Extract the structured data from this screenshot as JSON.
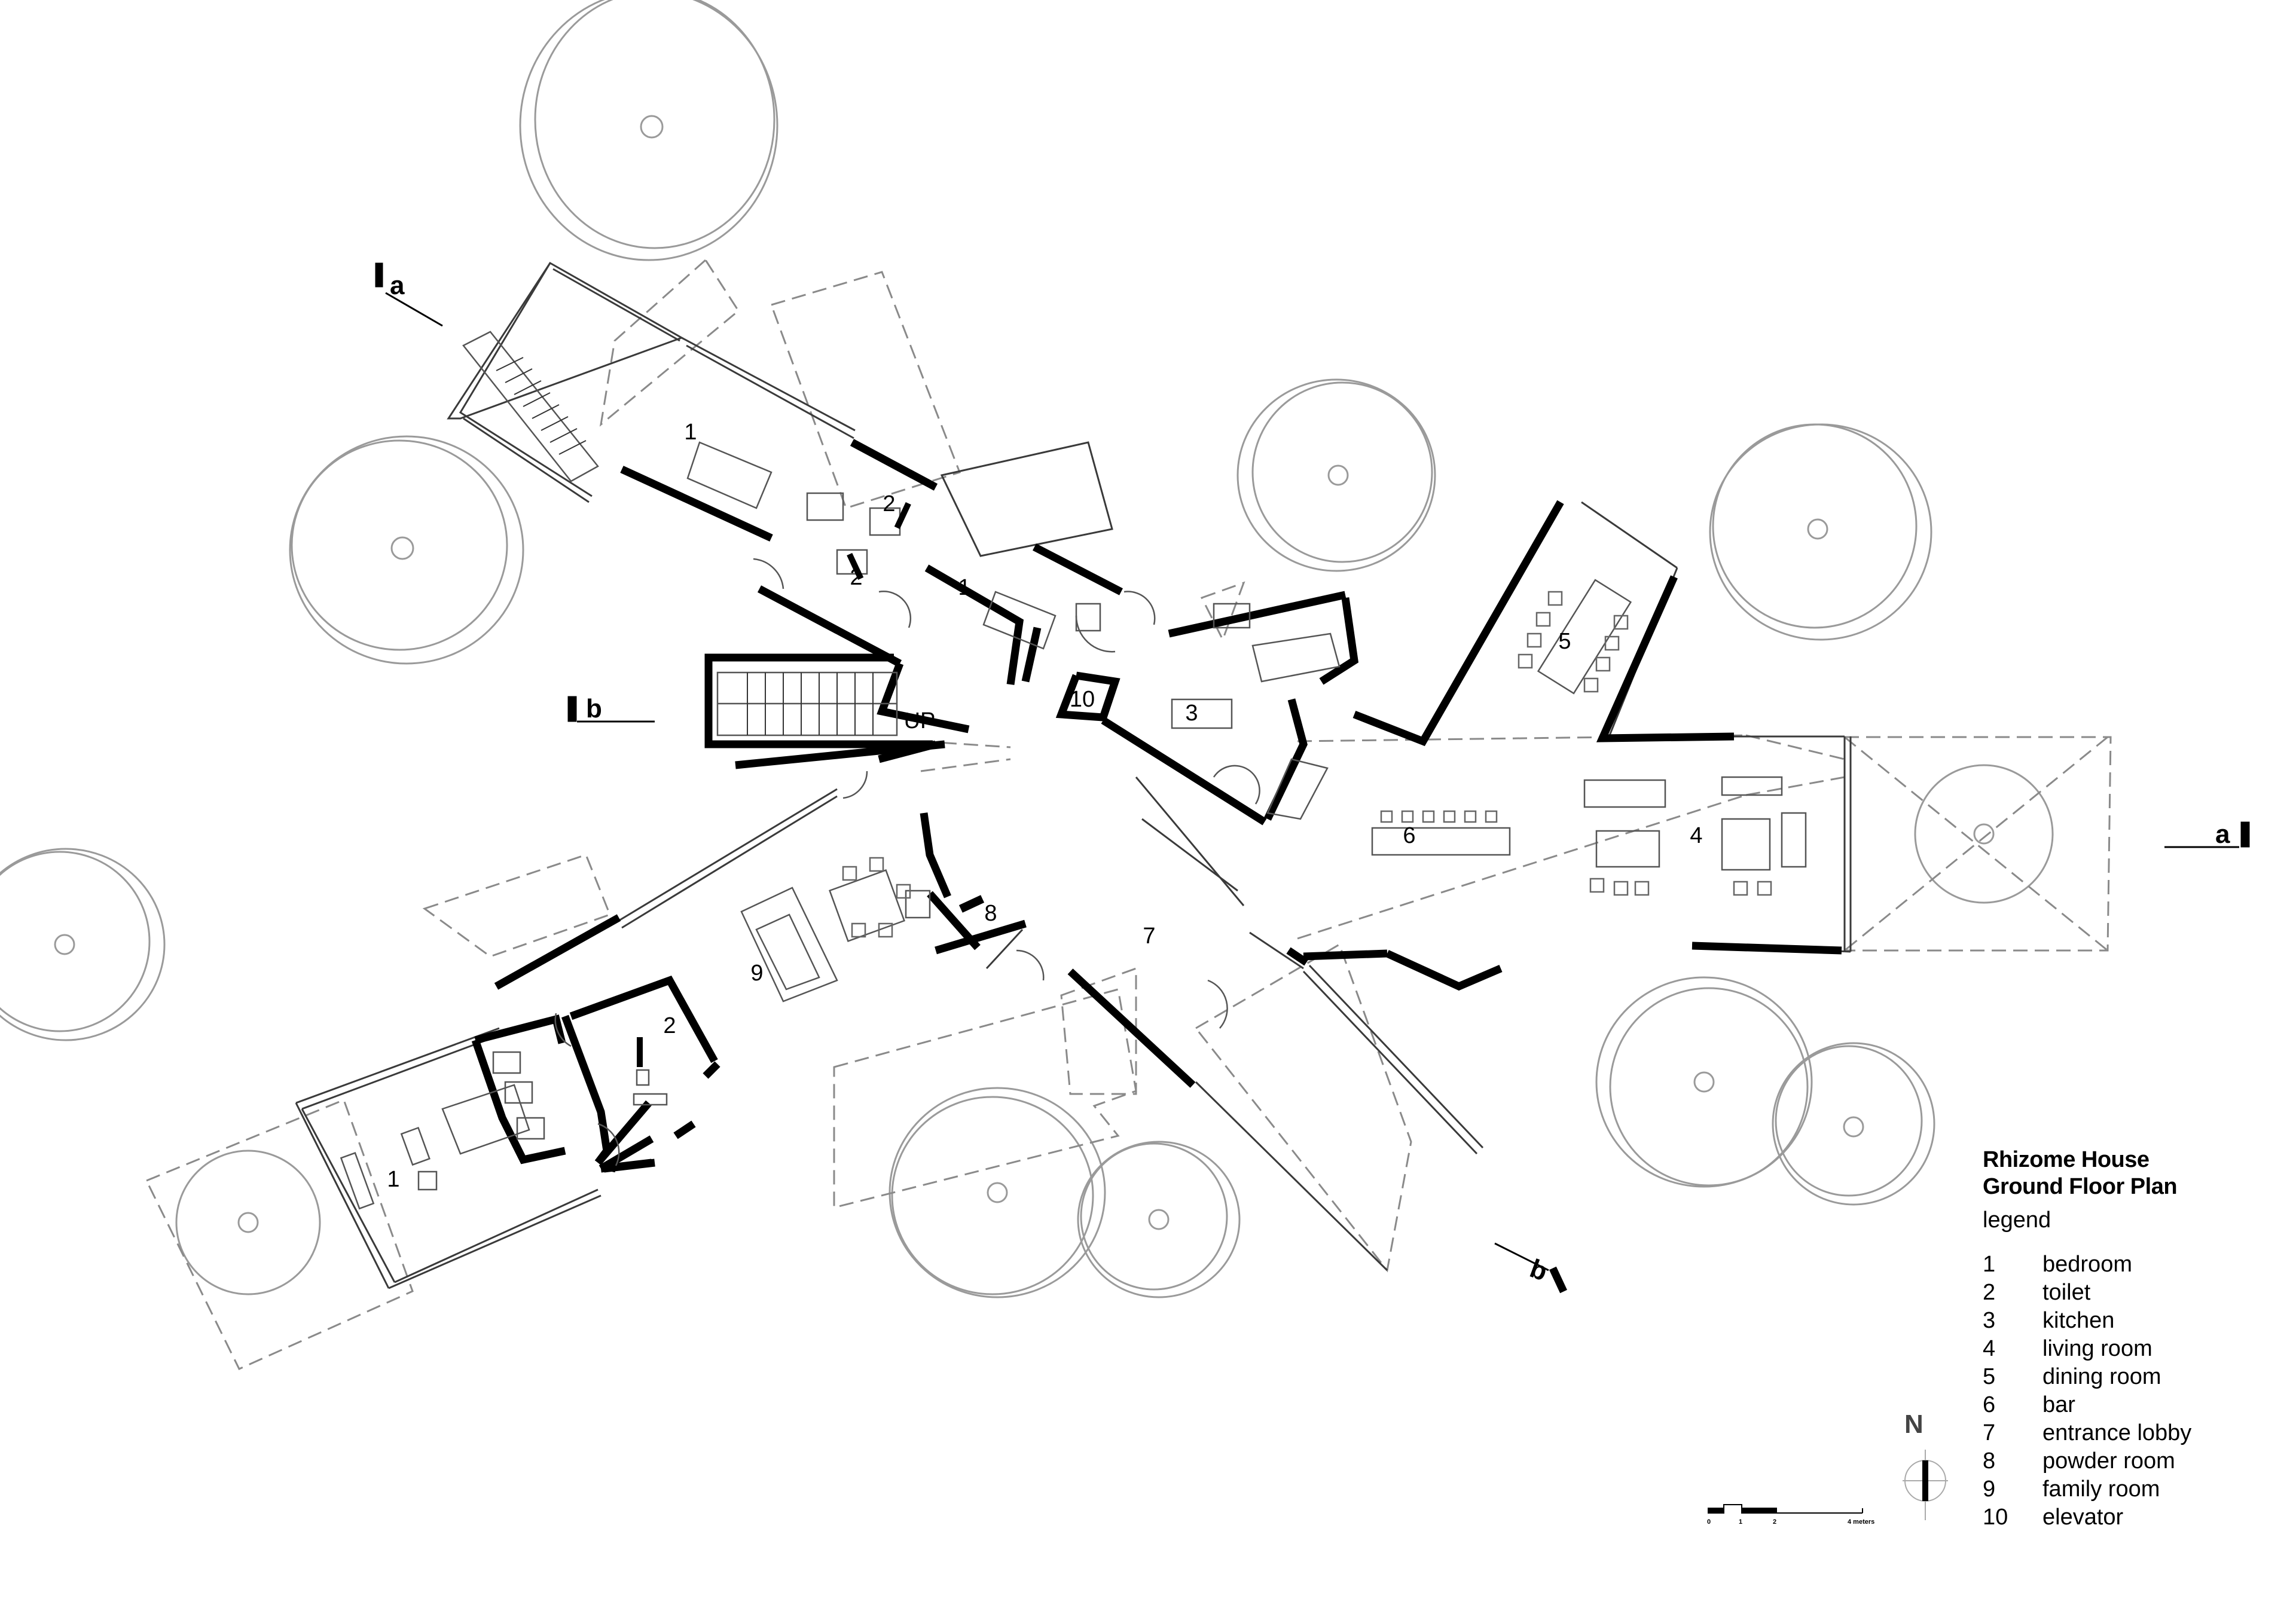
{
  "title": {
    "line1": "Rhizome House",
    "line2": "Ground Floor Plan"
  },
  "legend": {
    "heading": "legend",
    "items": [
      {
        "num": "1",
        "label": "bedroom"
      },
      {
        "num": "2",
        "label": "toilet"
      },
      {
        "num": "3",
        "label": "kitchen"
      },
      {
        "num": "4",
        "label": "living room"
      },
      {
        "num": "5",
        "label": "dining room"
      },
      {
        "num": "6",
        "label": "bar"
      },
      {
        "num": "7",
        "label": "entrance lobby"
      },
      {
        "num": "8",
        "label": "powder room"
      },
      {
        "num": "9",
        "label": "family room"
      },
      {
        "num": "10",
        "label": "elevator"
      }
    ]
  },
  "room_labels": {
    "bedroom_nw": "1",
    "toilet_nw_a": "2",
    "toilet_nw_b": "2",
    "bedroom_n": "1",
    "elevator": "10",
    "kitchen": "3",
    "dining": "5",
    "bar": "6",
    "living": "4",
    "entrance": "7",
    "powder": "8",
    "family": "9",
    "toilet_sw": "2",
    "bedroom_sw": "1",
    "stair": "UP"
  },
  "section_marks": {
    "a_top": "a",
    "a_right": "a",
    "b_left": "b",
    "b_bottom": "b"
  },
  "scale_bar": {
    "ticks": [
      "0",
      "1",
      "2",
      "4 meters"
    ]
  },
  "north": "N"
}
